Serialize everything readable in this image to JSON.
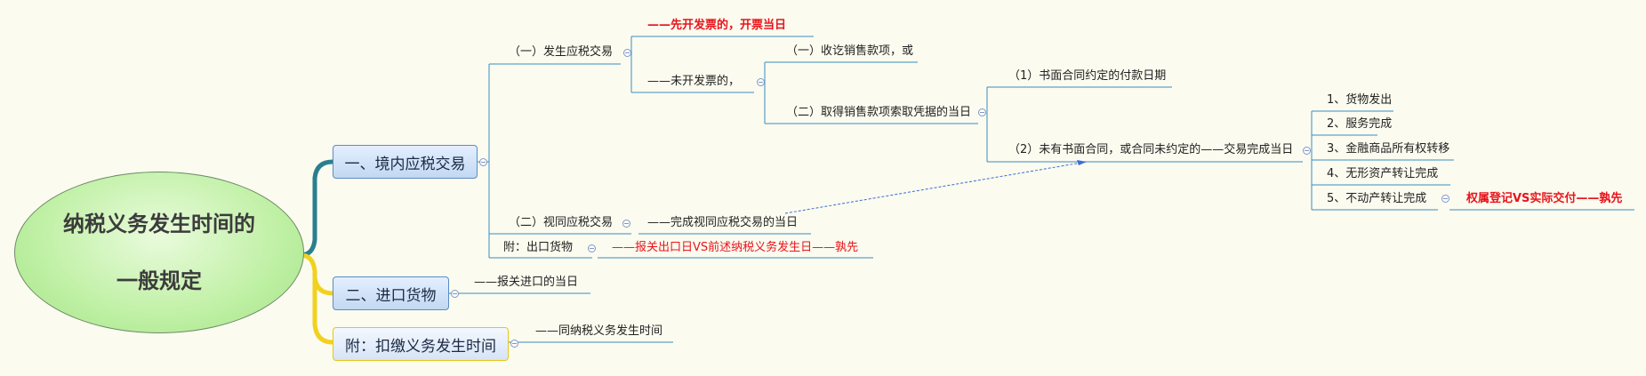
{
  "root": {
    "line1": "纳税义务发生时间的",
    "line2": "一般规定"
  },
  "colors": {
    "teal": "#2a7f8f",
    "yellow": "#f2d11e",
    "blue_line": "#3a8ec2",
    "red": "#e8141c",
    "root_fill": "#bff0a4"
  },
  "branch1": {
    "label": "一、境内应税交易",
    "sub1": {
      "label": "（一）发生应税交易",
      "a": "——先开发票的，开票当日",
      "b": {
        "label": "——未开发票的，",
        "c1": "（一）收讫销售款项，或",
        "c2": {
          "label": "（二）取得销售款项索取凭据的当日",
          "d1": "（1）书面合同约定的付款日期",
          "d2": {
            "label": "（2）未有书面合同，或合同未约定的——交易完成当日",
            "items": [
              "1、货物发出",
              "2、服务完成",
              "3、金融商品所有权转移",
              "4、无形资产转让完成",
              "5、不动产转让完成"
            ],
            "note": "权属登记VS实际交付——孰先"
          }
        }
      }
    },
    "sub2": {
      "label": "（二）视同应税交易",
      "detail": "——完成视同应税交易的当日"
    },
    "sub3": {
      "label": "附：出口货物",
      "detail": "——报关出口日VS前述纳税义务发生日——孰先"
    }
  },
  "branch2": {
    "label": "二、进口货物",
    "detail": "——报关进口的当日"
  },
  "branch3": {
    "label": "附：扣缴义务发生时间",
    "detail": "——同纳税义务发生时间"
  }
}
